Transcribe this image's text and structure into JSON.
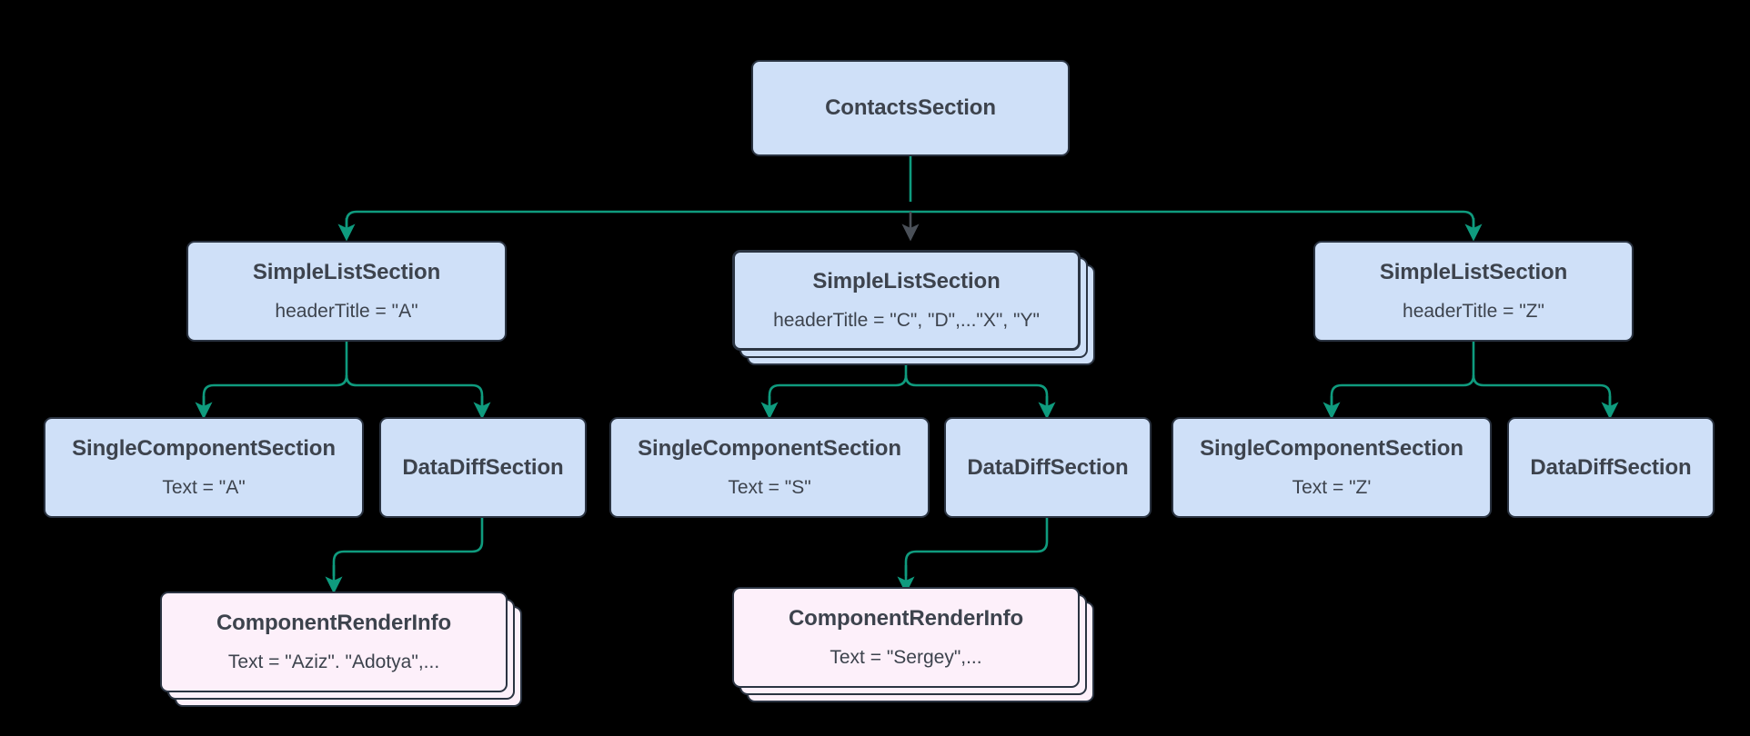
{
  "diagram": {
    "type": "component-hierarchy-flowchart",
    "background_color": "#000000",
    "node_fill_blue": "#cfe0f8",
    "node_fill_pink": "#fdf0fa",
    "node_border_color": "#2b3442",
    "edge_color_primary": "#0f9b7e",
    "edge_color_secondary": "#4a5058",
    "text_color": "#3d434d"
  },
  "nodes": {
    "root": {
      "title": "ContactsSection",
      "attr": "",
      "style": "blue",
      "stacked": false
    },
    "list_a": {
      "title": "SimpleListSection",
      "attr": "headerTitle = \"A\"",
      "style": "blue",
      "stacked": false
    },
    "list_mid": {
      "title": "SimpleListSection",
      "attr": "headerTitle = \"C\", \"D\",...\"X\", \"Y\"",
      "style": "blue",
      "stacked": true
    },
    "list_z": {
      "title": "SimpleListSection",
      "attr": "headerTitle = \"Z\"",
      "style": "blue",
      "stacked": false
    },
    "single_a": {
      "title": "SingleComponentSection",
      "attr": "Text = \"A\"",
      "style": "blue",
      "stacked": false
    },
    "datadiff_a": {
      "title": "DataDiffSection",
      "attr": "",
      "style": "blue",
      "stacked": false
    },
    "single_s": {
      "title": "SingleComponentSection",
      "attr": "Text = \"S\"",
      "style": "blue",
      "stacked": false
    },
    "datadiff_mid": {
      "title": "DataDiffSection",
      "attr": "",
      "style": "blue",
      "stacked": false
    },
    "single_z": {
      "title": "SingleComponentSection",
      "attr": "Text = \"Z'",
      "style": "blue",
      "stacked": false
    },
    "datadiff_z": {
      "title": "DataDiffSection",
      "attr": "",
      "style": "blue",
      "stacked": false
    },
    "render_left": {
      "title": "ComponentRenderInfo",
      "attr": "Text = \"Aziz\". \"Adotya\",...",
      "style": "pink",
      "stacked": true
    },
    "render_mid": {
      "title": "ComponentRenderInfo",
      "attr": "Text = \"Sergey\",...",
      "style": "pink",
      "stacked": true
    }
  },
  "edges": [
    {
      "from": "root",
      "to": "list_a",
      "color": "#0f9b7e"
    },
    {
      "from": "root",
      "to": "list_mid",
      "color": "#4a5058"
    },
    {
      "from": "root",
      "to": "list_z",
      "color": "#0f9b7e"
    },
    {
      "from": "list_a",
      "to": "single_a",
      "color": "#0f9b7e"
    },
    {
      "from": "list_a",
      "to": "datadiff_a",
      "color": "#0f9b7e"
    },
    {
      "from": "list_mid",
      "to": "single_s",
      "color": "#0f9b7e"
    },
    {
      "from": "list_mid",
      "to": "datadiff_mid",
      "color": "#0f9b7e"
    },
    {
      "from": "list_z",
      "to": "single_z",
      "color": "#0f9b7e"
    },
    {
      "from": "list_z",
      "to": "datadiff_z",
      "color": "#0f9b7e"
    },
    {
      "from": "datadiff_a",
      "to": "render_left",
      "color": "#0f9b7e"
    },
    {
      "from": "datadiff_mid",
      "to": "render_mid",
      "color": "#0f9b7e"
    }
  ]
}
